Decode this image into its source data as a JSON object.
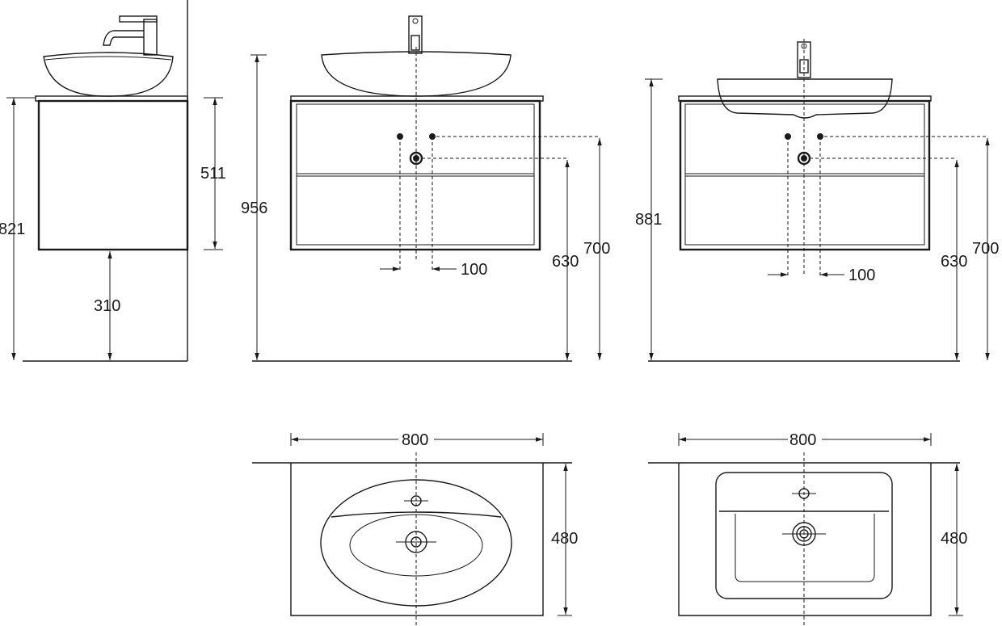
{
  "dimensions": {
    "side_total_height": "821",
    "side_cabinet_height": "511",
    "side_floor_clearance": "310",
    "front1_total_height": "956",
    "front1_hole_spacing": "100",
    "front1_drain_height": "630",
    "front1_tap_height": "700",
    "front2_total_height": "881",
    "front2_hole_spacing": "100",
    "front2_drain_height": "630",
    "front2_tap_height": "700",
    "top1_width": "800",
    "top1_depth": "480",
    "top2_width": "800",
    "top2_depth": "480"
  }
}
